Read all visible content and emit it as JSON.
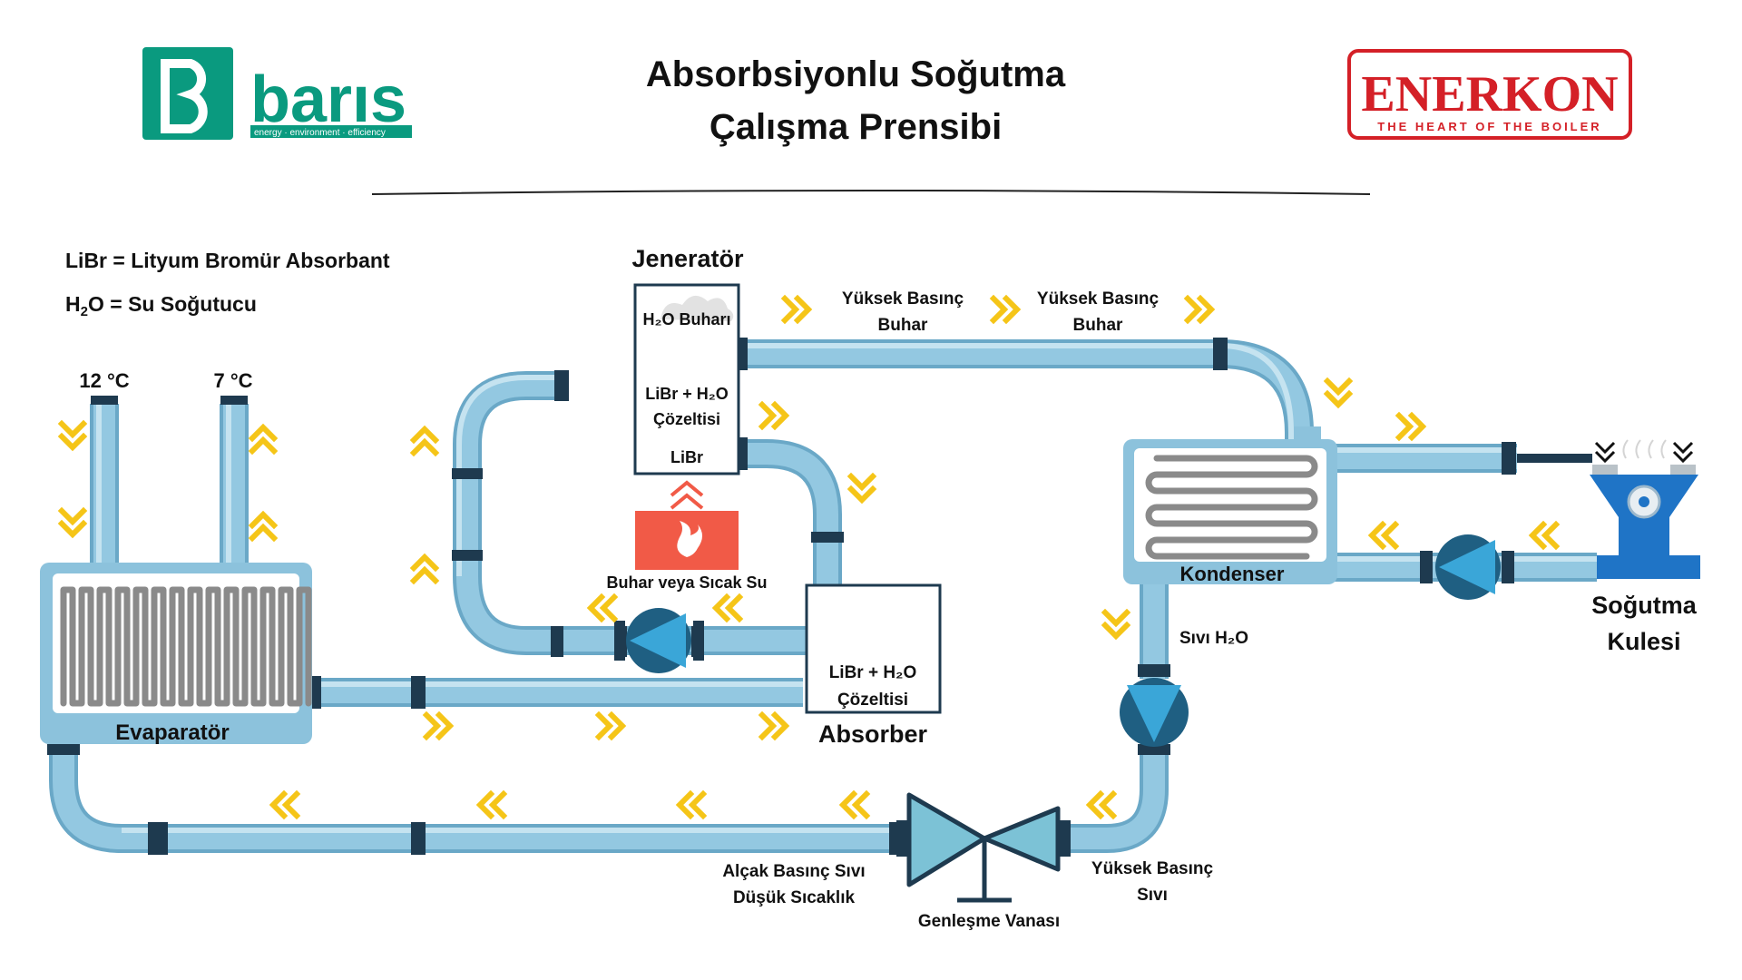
{
  "header": {
    "title_line1": "Absorbsiyonlu Soğutma",
    "title_line2": "Çalışma Prensibi",
    "logo_left_text": "barıs",
    "logo_left_tagline": "energy · environment · efficiency",
    "logo_right_text": "ENERKON",
    "logo_right_tagline": "THE HEART OF THE BOILER"
  },
  "legend": {
    "libr": "LiBr = Lityum Bromür Absorbant",
    "h2o_prefix": "H",
    "h2o_sub": "2",
    "h2o_rest": "O = Su Soğutucu"
  },
  "evaporator": {
    "label": "Evaparatör",
    "temp_in": "12 °C",
    "temp_out": "7 °C"
  },
  "generator": {
    "label": "Jeneratör",
    "vapor": "H₂O Buharı",
    "solution_line1": "LiBr + H₂O",
    "solution_line2": "Çözeltisi",
    "libr": "LiBr",
    "heat_source": "Buhar veya Sıcak Su"
  },
  "absorber": {
    "label": "Absorber",
    "solution_line1": "LiBr + H₂O",
    "solution_line2": "Çözeltisi"
  },
  "condenser": {
    "label": "Kondenser",
    "liquid": "Sıvı H₂O"
  },
  "cooling_tower": {
    "label_line1": "Soğutma",
    "label_line2": "Kulesi"
  },
  "steam_labels": [
    {
      "line1": "Yüksek Basınç",
      "line2": "Buhar"
    },
    {
      "line1": "Yüksek Basınç",
      "line2": "Buhar"
    }
  ],
  "valve": {
    "label": "Genleşme Vanası",
    "left_line1": "Alçak Basınç Sıvı",
    "left_line2": "Düşük Sıcaklık",
    "right_line1": "Yüksek Basınç",
    "right_line2": "Sıvı"
  },
  "colors": {
    "pipe": "#8cc2dc",
    "pipe_dark": "#5a9fc0",
    "joint": "#1e3a4f",
    "arrow": "#f5c518",
    "pump": "#3aa6d8",
    "pump_dark": "#1f5f82",
    "heat": "#f15a47",
    "green": "#0a9a7f",
    "enerkon_red": "#d42027",
    "tower": "#1f74c6"
  }
}
